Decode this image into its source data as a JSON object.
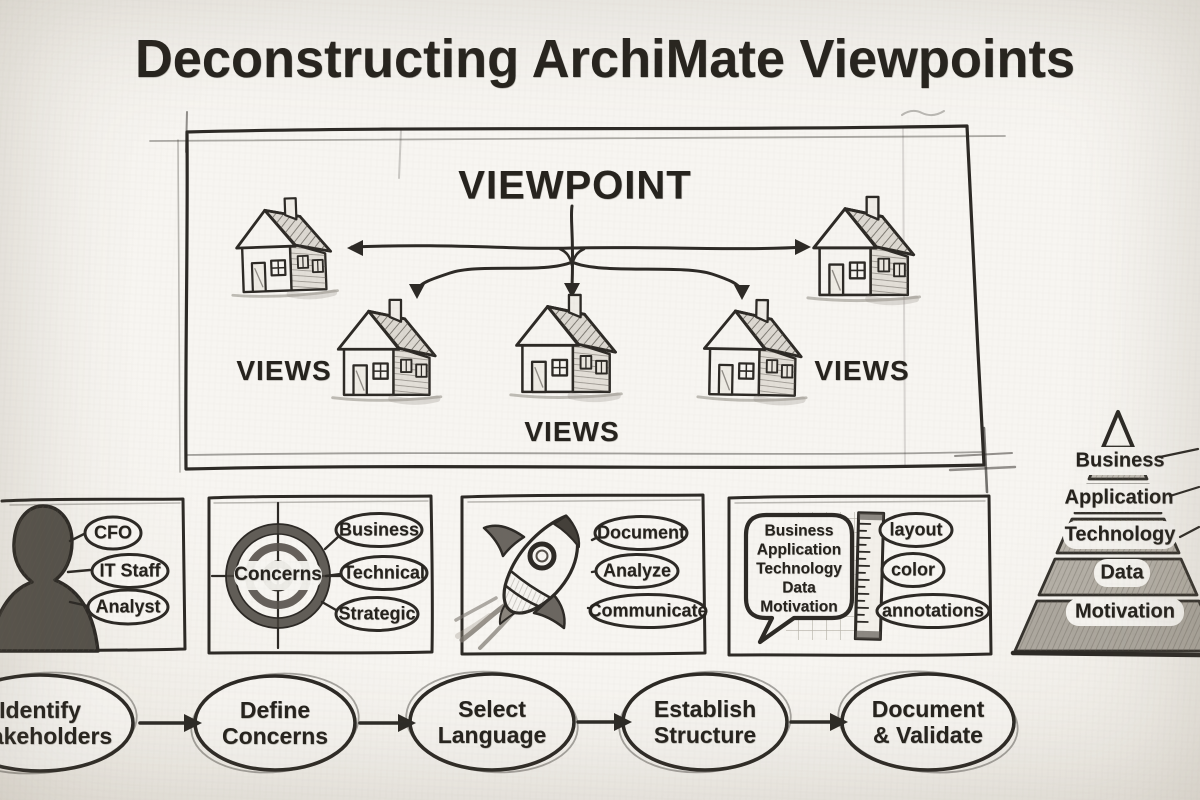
{
  "title": "Deconstructing ArchiMate Viewpoints",
  "colors": {
    "paper": "#f6f4f0",
    "ink": "#2d2a26",
    "pencil_gray": "#6b6660"
  },
  "diagram": {
    "viewpoint_label": "VIEWPOINT",
    "views_labels": [
      "VIEWS",
      "VIEWS",
      "VIEWS"
    ]
  },
  "panels": {
    "stakeholders": {
      "items": [
        "CFO",
        "IT Staff",
        "Analyst"
      ]
    },
    "concerns": {
      "center_label": "Concerns",
      "items": [
        "Business",
        "Technical",
        "Strategic"
      ]
    },
    "purpose": {
      "items": [
        "Document",
        "Analyze",
        "Communicate"
      ]
    },
    "language": {
      "bubble_lines": [
        "Business",
        "Application",
        "Technology",
        "Data",
        "Motivation"
      ],
      "items": [
        "layout",
        "color",
        "annotations"
      ]
    }
  },
  "pyramid": {
    "layers": [
      "Business",
      "Application",
      "Technology",
      "Data",
      "Motivation"
    ]
  },
  "process": {
    "steps": [
      {
        "line1": "Identify",
        "line2": "Stakeholders"
      },
      {
        "line1": "Define",
        "line2": "Concerns"
      },
      {
        "line1": "Select",
        "line2": "Language"
      },
      {
        "line1": "Establish",
        "line2": "Structure"
      },
      {
        "line1": "Document",
        "line2": "& Validate"
      }
    ]
  }
}
